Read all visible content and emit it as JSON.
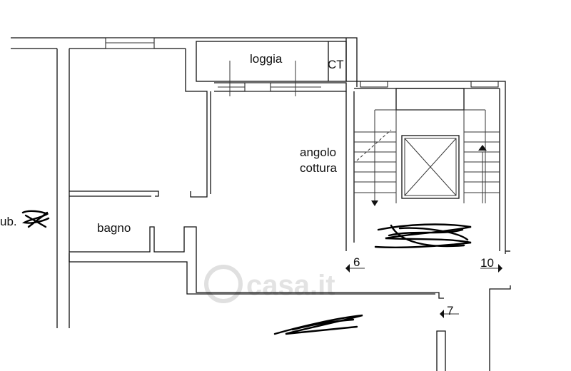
{
  "rooms": {
    "loggia": "loggia",
    "ct": "CT",
    "angolo_line1": "angolo",
    "angolo_line2": "cottura",
    "bagno": "bagno",
    "left_partial": "ub."
  },
  "markers": {
    "six": "6",
    "seven": "7",
    "ten": "10"
  },
  "watermark": "casa.it",
  "colors": {
    "line": "#111111",
    "watermark": "#d9d9d9",
    "scribble": "#000000"
  }
}
